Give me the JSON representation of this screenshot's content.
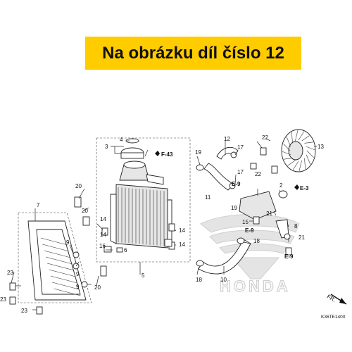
{
  "banner": {
    "text": "Na obrázku díl číslo 12"
  },
  "labels": {
    "n2": "2",
    "n3": "3",
    "n4": "4",
    "n5": "5",
    "n6": "6",
    "n7": "7",
    "n8": "8",
    "n9a": "9",
    "n9b": "9",
    "n9c": "9",
    "n10": "10",
    "n11": "11",
    "n12": "12",
    "n13": "13",
    "n14a": "14",
    "n14b": "14",
    "n14c": "14",
    "n14d": "14",
    "n15": "15",
    "n16": "16",
    "n17a": "17",
    "n17b": "17",
    "n18a": "18",
    "n18b": "18",
    "n19a": "19",
    "n19b": "19",
    "n20a": "20",
    "n20b": "20",
    "n20c": "20",
    "n21a": "21",
    "n21b": "21",
    "n22a": "22",
    "n22b": "22",
    "n23a": "23",
    "n23b": "23",
    "n23c": "23"
  },
  "refs": {
    "f43": "F-43",
    "e9a": "E-9",
    "e9b": "E-9",
    "e9c": "E-9",
    "e3": "E-3"
  },
  "brand": {
    "watermark": "HONDA",
    "direction": "FR."
  },
  "diagram_code": "K36TE1400",
  "colors": {
    "banner_bg": "#ffcc00",
    "watermark": "#d8d8d8"
  }
}
